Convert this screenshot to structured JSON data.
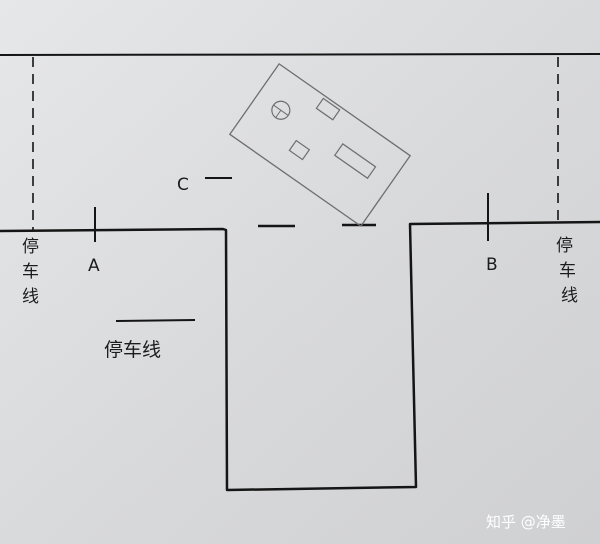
{
  "diagram": {
    "point_a": "A",
    "point_b": "B",
    "point_c": "C",
    "stop_line_left": [
      "停",
      "车",
      "线"
    ],
    "stop_line_right": [
      "停",
      "车",
      "线"
    ],
    "stop_line_center": "停车线",
    "watermark": "知乎 @净墨",
    "colors": {
      "paper": "#d9dadc",
      "ink": "#151515",
      "pencil": "#6e6e6e",
      "watermark": "#ffffff"
    }
  }
}
